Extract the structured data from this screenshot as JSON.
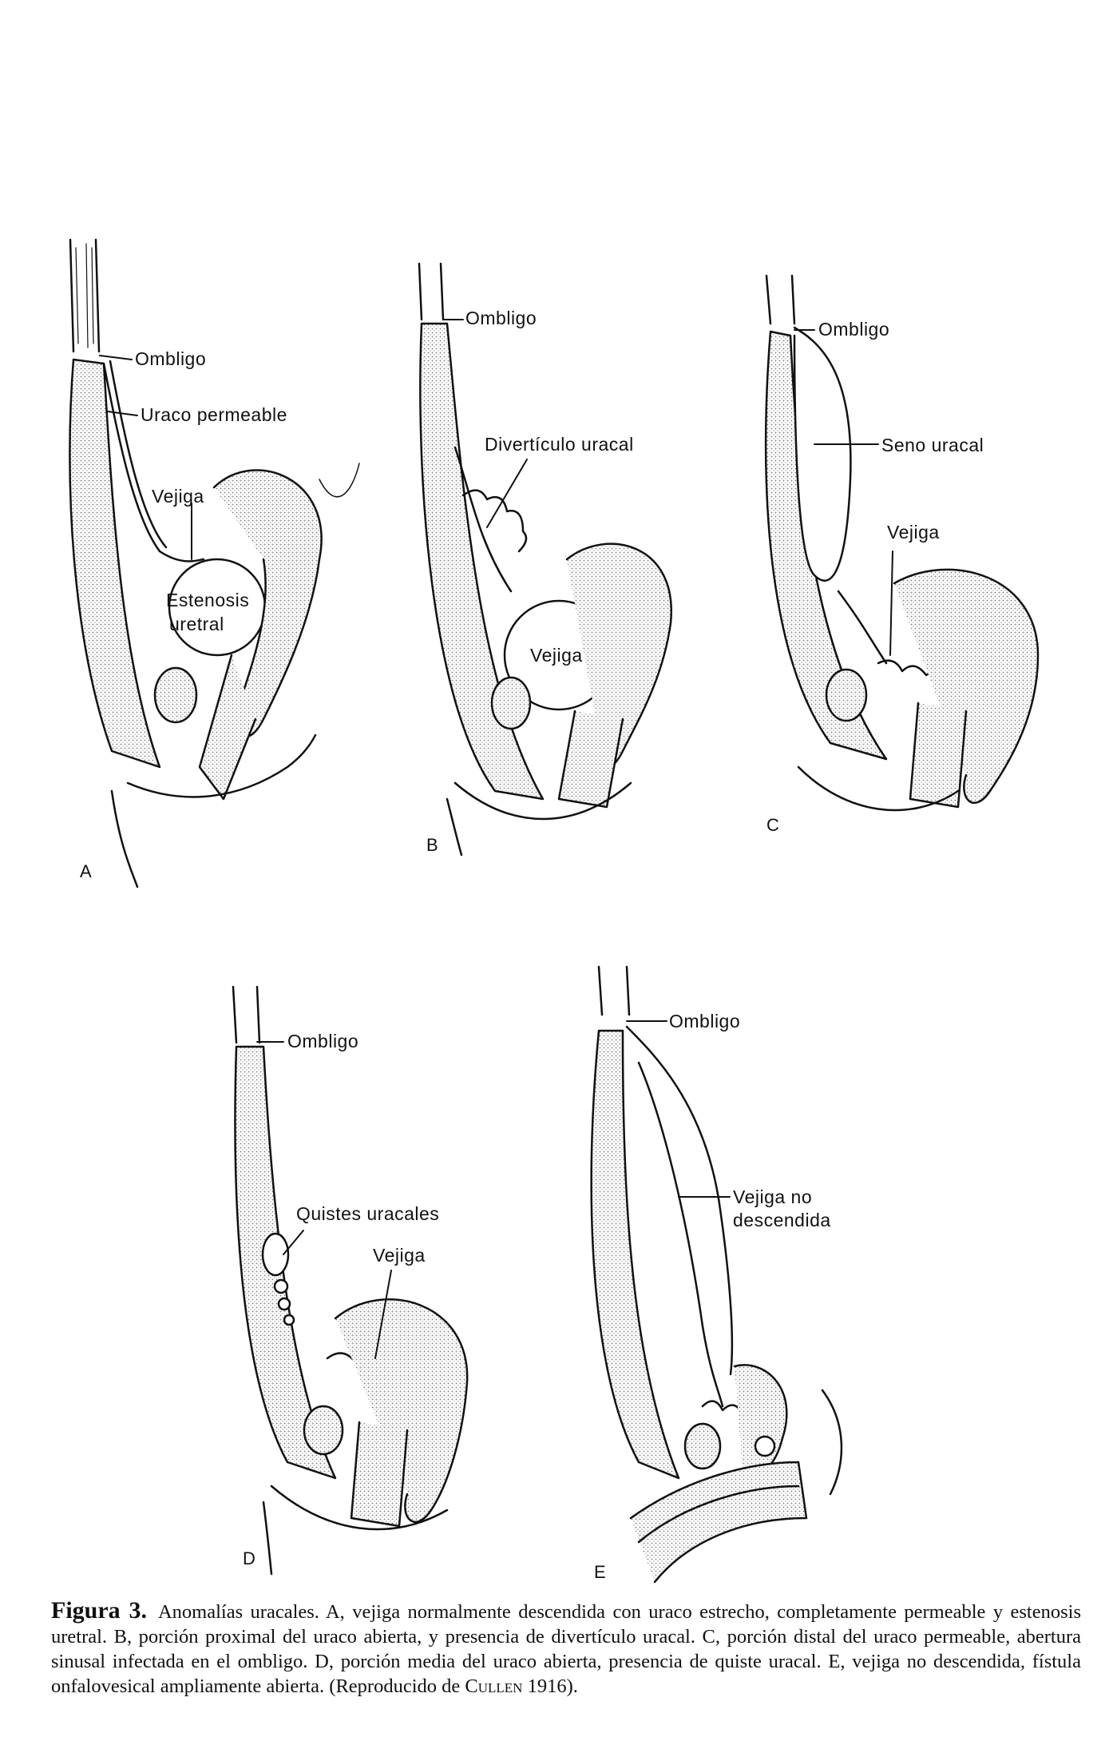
{
  "panels": {
    "A": {
      "letter": "A",
      "labels": [
        "Ombligo",
        "Uraco permeable",
        "Vejiga",
        "Estenosis",
        "uretral"
      ]
    },
    "B": {
      "letter": "B",
      "labels": [
        "Ombligo",
        "Divertículo uracal",
        "Vejiga"
      ]
    },
    "C": {
      "letter": "C",
      "labels": [
        "Ombligo",
        "Seno uracal",
        "Vejiga"
      ]
    },
    "D": {
      "letter": "D",
      "labels": [
        "Ombligo",
        "Quistes uracales",
        "Vejiga"
      ]
    },
    "E": {
      "letter": "E",
      "labels": [
        "Ombligo",
        "Vejiga no",
        "descendida"
      ]
    }
  },
  "caption": {
    "figure": "Figura 3.",
    "text": "Anomalías uracales. A, vejiga normalmente descendida con uraco estrecho, completamente permeable y estenosis uretral. B, porción proximal del uraco abierta, y presencia de divertículo uracal. C, porción distal del uraco permeable, abertura sinusal infectada en el ombligo. D, porción media del uraco abierta, presencia de quiste uracal. E, vejiga no descendida, fístula onfalovesical ampliamente abierta. (Reproducido de ",
    "author": "Cullen",
    "year": " 1916)."
  }
}
